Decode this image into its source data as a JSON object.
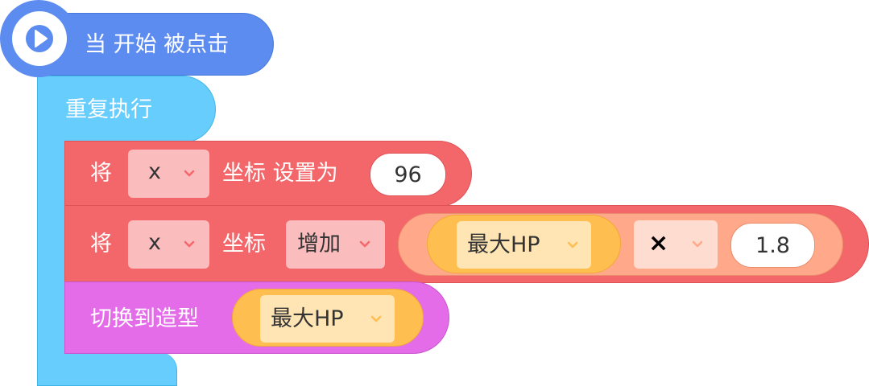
{
  "hat": {
    "label": "当 开始 被点击",
    "color": "#5c8cf0",
    "icon": "play-icon"
  },
  "repeat": {
    "label": "重复执行",
    "color": "#67cdfd"
  },
  "set_x": {
    "prefix": "将",
    "var": "x",
    "middle": "坐标 设置为",
    "value": "96",
    "color": "#f3676a"
  },
  "change_x": {
    "prefix": "将",
    "var": "x",
    "middle": "坐标",
    "op": "增加",
    "color": "#f3676a",
    "expr": {
      "left": "最大HP",
      "operator": "×",
      "right": "1.8",
      "color": "#ffa98a"
    }
  },
  "costume": {
    "label": "切换到造型",
    "value": "最大HP",
    "color": "#e46ce9"
  },
  "colors": {
    "variable_reporter": "#ffbe50",
    "variable_dropdown": "#ffe4b4",
    "red_dropdown": "#fbbcbe"
  }
}
